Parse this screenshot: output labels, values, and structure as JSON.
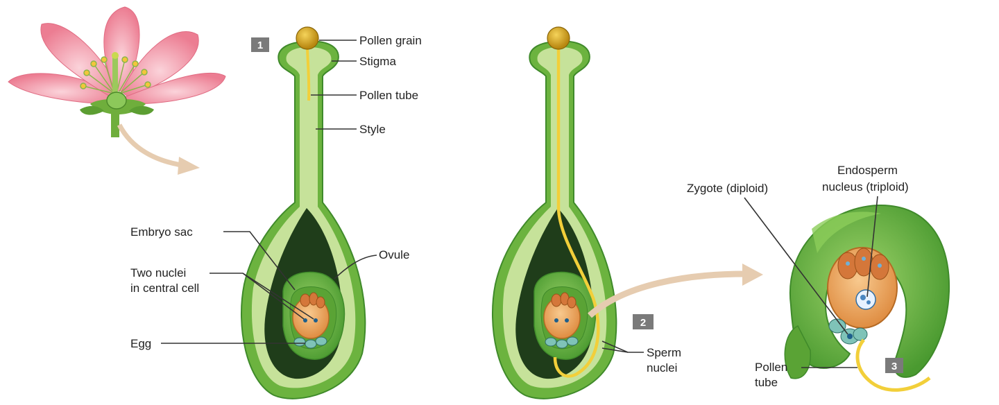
{
  "steps": {
    "s1": "1",
    "s2": "2",
    "s3": "3"
  },
  "labels": {
    "pollen_grain": "Pollen grain",
    "stigma": "Stigma",
    "pollen_tube": "Pollen tube",
    "style": "Style",
    "embryo_sac": "Embryo sac",
    "two_nuclei_1": "Two nuclei",
    "two_nuclei_2": "in central cell",
    "ovule": "Ovule",
    "egg": "Egg",
    "sperm_1": "Sperm",
    "sperm_2": "nuclei",
    "zygote": "Zygote (diploid)",
    "endosperm_1": "Endosperm",
    "endosperm_2": "nucleus (triploid)",
    "pollen_tube3_1": "Pollen",
    "pollen_tube3_2": "tube"
  },
  "colors": {
    "green_dark": "#3f8a2a",
    "green_mid": "#6cb33f",
    "green_light": "#c6e29a",
    "cavity": "#1f3d1a",
    "orange": "#e9a45d",
    "tube": "#f2cf3a",
    "pollen": "#d4a017",
    "petal": "#f08a9a",
    "arrow": "#e6ccb0"
  }
}
